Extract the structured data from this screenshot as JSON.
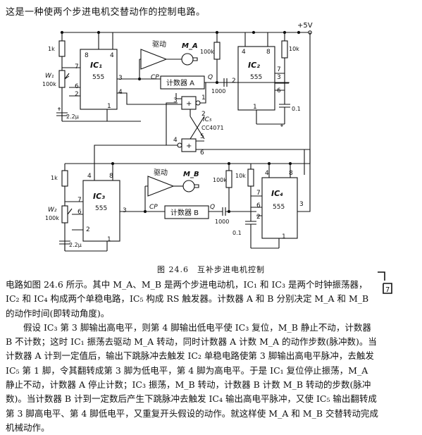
{
  "intro": "这是一种使两个步进电机交替动作的控制电路。",
  "supply": "+5V",
  "ic1": {
    "name": "IC₁",
    "part": "555"
  },
  "ic2": {
    "name": "IC₂",
    "part": "555"
  },
  "ic3": {
    "name": "IC₃",
    "part": "555"
  },
  "ic4": {
    "name": "IC₄",
    "part": "555"
  },
  "ic5": {
    "name": "IC₅",
    "part": "CC4071"
  },
  "motor_a": "M_A",
  "motor_b": "M_B",
  "drive": "驱动",
  "counter_a": "计数器 A",
  "counter_b": "计数器 B",
  "cp": "CP",
  "q": "Q",
  "res": {
    "r1k_a": "1k",
    "w1": "W₁",
    "w1v": "100k",
    "r100k_a": "100k",
    "r10k_a": "10k",
    "r1k_b": "1k",
    "w2": "W₂",
    "w2v": "100k",
    "r100k_b": "100k",
    "r10k_b": "10k"
  },
  "caps": {
    "c1": "2.2μ",
    "c2": "1000",
    "c3": "0.1",
    "c4": "2.2μ",
    "c5": "1000",
    "c6": "0.1"
  },
  "caption": "图 24.6　互补步进电机控制",
  "paragraphs": [
    "电路如图 24.6 所示。其中 M_A、M_B 是两个步进电动机，IC₁ 和 IC₃ 是两个时钟振荡器，IC₂ 和 IC₄ 构成两个单稳电路，IC₅ 构成 RS 触发器。计数器 A 和 B 分别决定 M_A 和 M_B 的动作时间(即转动角度)。",
    "假设 IC₃ 第 3 脚输出高电平，则第 4 脚输出低电平使 IC₃ 复位，M_B 静止不动，计数器 B 不计数；这时 IC₁ 振荡去驱动 M_A 转动，同时计数器 A 计数 M_A 的动作步数(脉冲数)。当计数器 A 计到一定值后，输出下跳脉冲去触发 IC₂ 单稳电路使第 3 脚输出高电平脉冲，去触发 IC₅ 第 1 脚，令其翻转成第 3 脚为低电平，第 4 脚为高电平。于是 IC₁ 复位停止振荡，M_A 静止不动，计数器 A 停止计数；IC₃ 振荡，M_B 转动，计数器 B 计数 M_B 转动的步数(脉冲数)。当计数器 B 计到一定数后产生下跳脉冲去触发 IC₄ 输出高电平脉冲，又使 IC₅ 输出翻转成第 3 脚高电平、第 4 脚低电平，又重复开头假设的动作。就这样使 M_A 和 M_B 交替转动完成机械动作。"
  ],
  "corner_label": "7"
}
